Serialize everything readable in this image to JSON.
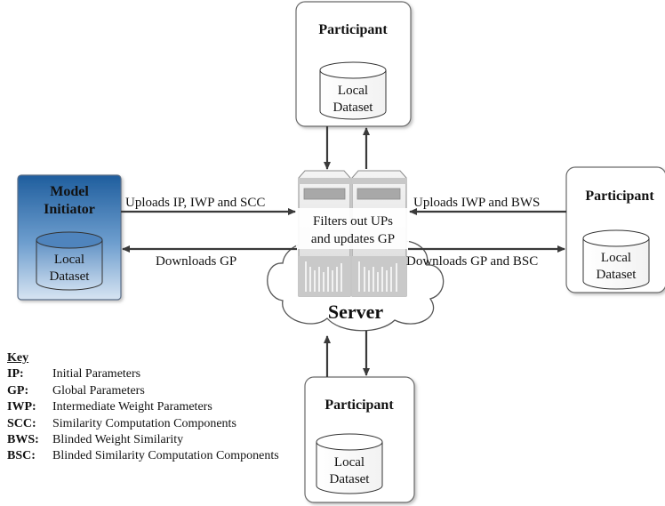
{
  "participant_top": {
    "title": "Participant",
    "dataset": [
      "Local",
      "Dataset"
    ]
  },
  "participant_right": {
    "title": "Participant",
    "dataset": [
      "Local",
      "Dataset"
    ]
  },
  "participant_bottom": {
    "title": "Participant",
    "dataset": [
      "Local",
      "Dataset"
    ]
  },
  "model_initiator": {
    "title": [
      "Model",
      "Initiator"
    ],
    "dataset": [
      "Local",
      "Dataset"
    ]
  },
  "server": {
    "label": "Server",
    "action": [
      "Filters out UPs",
      "and updates GP"
    ]
  },
  "arrows": {
    "initiator_upload": "Uploads IP, IWP and SCC",
    "initiator_download": "Downloads GP",
    "right_upload": "Uploads IWP and BWS",
    "right_download": "Downloads GP and BSC"
  },
  "key": {
    "title": "Key",
    "items": [
      {
        "abbr": "IP:",
        "def": "Initial Parameters"
      },
      {
        "abbr": "GP:",
        "def": "Global Parameters"
      },
      {
        "abbr": "IWP:",
        "def": "Intermediate Weight Parameters"
      },
      {
        "abbr": "SCC:",
        "def": "Similarity Computation Components"
      },
      {
        "abbr": "BWS:",
        "def": "Blinded Weight Similarity"
      },
      {
        "abbr": "BSC:",
        "def": "Blinded Similarity Computation Components"
      }
    ]
  },
  "colors": {
    "initiator_fill": "#2b6fb0",
    "box_border": "#6b6b6b",
    "arrow": "#3a3a3a",
    "server_gray": "#9a9a9a"
  }
}
